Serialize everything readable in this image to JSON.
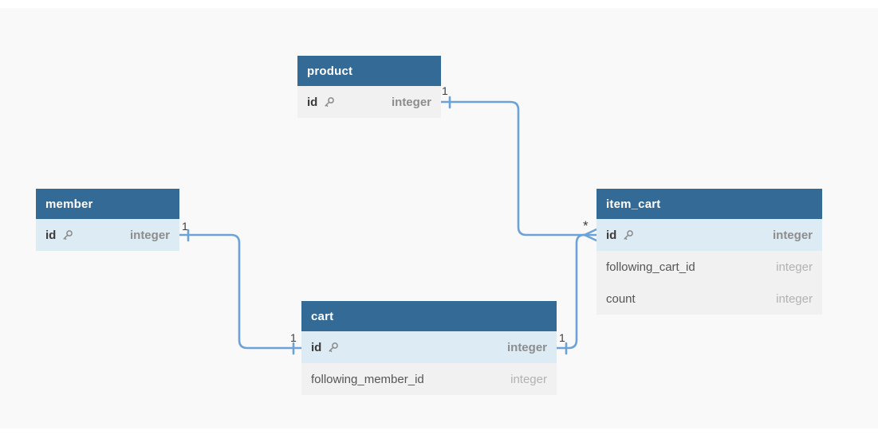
{
  "canvas": {
    "background": "#f9f9f9"
  },
  "colors": {
    "table_header_bg": "#336a96",
    "table_header_text": "#ffffff",
    "row_highlight_bg": "#dcebf4",
    "row_plain_bg": "#f1f1f1",
    "pk_name": "#3b3b3b",
    "pk_type": "#8d8d8d",
    "column_name": "#565656",
    "column_type": "#b2b2b2",
    "relation_line": "#6ba3d8",
    "cardinality_text": "#3d3d3d"
  },
  "tables": [
    {
      "name": "product",
      "columns": [
        {
          "name": "id",
          "type": "integer",
          "pk": true
        }
      ]
    },
    {
      "name": "member",
      "columns": [
        {
          "name": "id",
          "type": "integer",
          "pk": true
        }
      ]
    },
    {
      "name": "cart",
      "columns": [
        {
          "name": "id",
          "type": "integer",
          "pk": true
        },
        {
          "name": "following_member_id",
          "type": "integer",
          "pk": false
        }
      ]
    },
    {
      "name": "item_cart",
      "columns": [
        {
          "name": "id",
          "type": "integer",
          "pk": true
        },
        {
          "name": "following_cart_id",
          "type": "integer",
          "pk": false
        },
        {
          "name": "count",
          "type": "integer",
          "pk": false
        }
      ]
    }
  ],
  "relationships": [
    {
      "from": "product.id",
      "to": "item_cart.id",
      "from_cardinality": "1",
      "to_cardinality": "*"
    },
    {
      "from": "member.id",
      "to": "cart.id",
      "from_cardinality": "1",
      "to_cardinality": "1"
    },
    {
      "from": "cart.id",
      "to": "item_cart.id",
      "from_cardinality": "1",
      "to_cardinality": "*"
    }
  ]
}
